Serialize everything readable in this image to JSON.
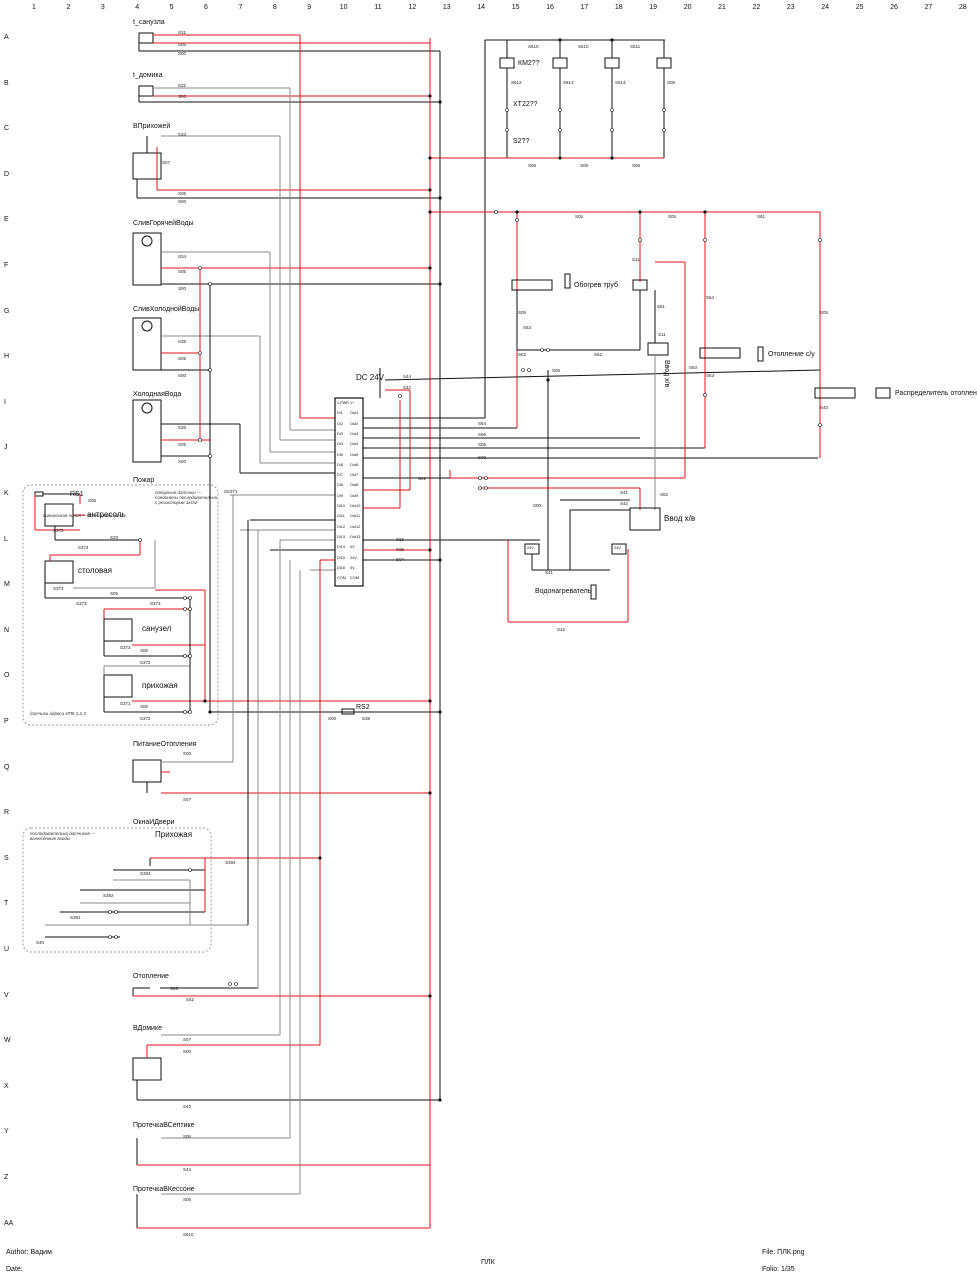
{
  "grid": {
    "columns": [
      "1",
      "2",
      "3",
      "4",
      "5",
      "6",
      "7",
      "8",
      "9",
      "10",
      "11",
      "12",
      "13",
      "14",
      "15",
      "16",
      "17",
      "18",
      "19",
      "20",
      "21",
      "22",
      "23",
      "24",
      "25",
      "26",
      "27",
      "28"
    ],
    "rows": [
      "A",
      "B",
      "C",
      "D",
      "E",
      "F",
      "G",
      "H",
      "I",
      "J",
      "K",
      "L",
      "M",
      "N",
      "O",
      "P",
      "Q",
      "R",
      "S",
      "T",
      "U",
      "V",
      "W",
      "X",
      "Y",
      "Z",
      "AA"
    ]
  },
  "components": [
    {
      "id": "t_sanuzla",
      "label": "t_санузла"
    },
    {
      "id": "t_domika",
      "label": "t_домика"
    },
    {
      "id": "v_prihozhei",
      "label": "ВПрихожей"
    },
    {
      "id": "sliv_gor",
      "label": "СливГорячейВоды"
    },
    {
      "id": "sliv_hol",
      "label": "СливХолоднойВоды"
    },
    {
      "id": "hol_voda",
      "label": "ХолоднаяВода"
    },
    {
      "id": "pozhar",
      "label": "Пожар"
    },
    {
      "id": "rs1",
      "label": "RS1"
    },
    {
      "id": "antresol",
      "label": "антресоль"
    },
    {
      "id": "stolovaya",
      "label": "столовая"
    },
    {
      "id": "sanuzel",
      "label": "санузел"
    },
    {
      "id": "prihozhaya",
      "label": "прихожая"
    },
    {
      "id": "rs2",
      "label": "RS2"
    },
    {
      "id": "pitanie_otopl",
      "label": "ПитаниеОтопления"
    },
    {
      "id": "okna_dveri",
      "label": "ОкнаИДвери"
    },
    {
      "id": "prihozhaya2",
      "label": "Прихожая"
    },
    {
      "id": "otoplenie",
      "label": "Отопление"
    },
    {
      "id": "v_domike",
      "label": "ВДомике"
    },
    {
      "id": "protechka_septik",
      "label": "ПротечкаВСептике"
    },
    {
      "id": "protechka_kesson",
      "label": "ПротечкаВКессоне"
    },
    {
      "id": "km2",
      "label": "КМ2??"
    },
    {
      "id": "xt22",
      "label": "XT22??"
    },
    {
      "id": "s2",
      "label": "S2??"
    },
    {
      "id": "obogrev",
      "label": "Обогрев труб"
    },
    {
      "id": "dc24",
      "label": "DC 24V"
    },
    {
      "id": "otoplenie_su",
      "label": "Отопление с/у"
    },
    {
      "id": "raspredelitel",
      "label": "Распределитель отопления"
    },
    {
      "id": "vvod_hv",
      "label": "Ввод х/в"
    },
    {
      "id": "vvod_hv_vert",
      "label": "Ввод х/в"
    },
    {
      "id": "vodonagrevatel",
      "label": "Водонагреватель"
    },
    {
      "id": "u24a",
      "label": "24V"
    },
    {
      "id": "u24b",
      "label": "24V"
    }
  ],
  "notes": [
    "пожарные датчики —\nсоединены последовательно\nс резистором 1кОм",
    "сигнальная линия — всегда включена",
    "последовательно датчиков —\nвынесенные входы",
    "датчики адреса ИПК 1,2,3"
  ],
  "wires": [
    "S31",
    "S05",
    "S00",
    "S32",
    "S00",
    "S33",
    "S07",
    "S05",
    "S00",
    "S34",
    "S05",
    "S00",
    "S35",
    "S05",
    "S00",
    "S36",
    "S05",
    "S00",
    "SS371",
    "S05",
    "S373",
    "S374",
    "S33",
    "S374",
    "S05",
    "S373",
    "S373",
    "S05",
    "S372",
    "S373",
    "S05",
    "S371",
    "S372",
    "S00",
    "S38",
    "S00",
    "S07",
    "S394",
    "S393",
    "S392",
    "S391",
    "S40",
    "S05",
    "S42",
    "S07",
    "S00",
    "S43",
    "S05",
    "S44",
    "S05",
    "S610",
    "S610",
    "S610",
    "S611",
    "S612",
    "S613",
    "S614",
    "S05",
    "S05",
    "S05",
    "S05",
    "S05",
    "S05",
    "S61",
    "S62",
    "S62",
    "S63",
    "S11",
    "S51",
    "S05",
    "S11",
    "S63",
    "S64",
    "S05",
    "S40",
    "S41",
    "S42",
    "S62",
    "S63",
    "S64",
    "S66",
    "S05",
    "S00",
    "S60",
    "S05",
    "S04",
    "S05",
    "S00",
    "S41",
    "S42",
    "S44",
    "S42",
    "S41"
  ],
  "plc_pins_left": [
    "1.PWR",
    "DI1",
    "DI2",
    "DI3",
    "DI4",
    "DI5",
    "DI6",
    "DI7",
    "DI8",
    "DI9",
    "DI10",
    "DI11",
    "DI12",
    "DI13",
    "DI14",
    "DI15",
    "DI16",
    "COM"
  ],
  "plc_pins_right": [
    "1+",
    "Out1",
    "Out2",
    "Out3",
    "Out4",
    "Out5",
    "Out6",
    "Out7",
    "Out8",
    "Out9",
    "Out10",
    "Out11",
    "Out12",
    "Out13",
    "0V",
    "24V",
    "0V",
    "COM"
  ],
  "colors": {
    "red": "#e0101a",
    "black": "#111111",
    "gray": "#8a8a8a"
  },
  "footer": {
    "author": "Author: Вадим",
    "date": "Date:",
    "center": "ПЛК",
    "file": "File: ПЛК.png",
    "folio": "Folio: 1/35"
  }
}
